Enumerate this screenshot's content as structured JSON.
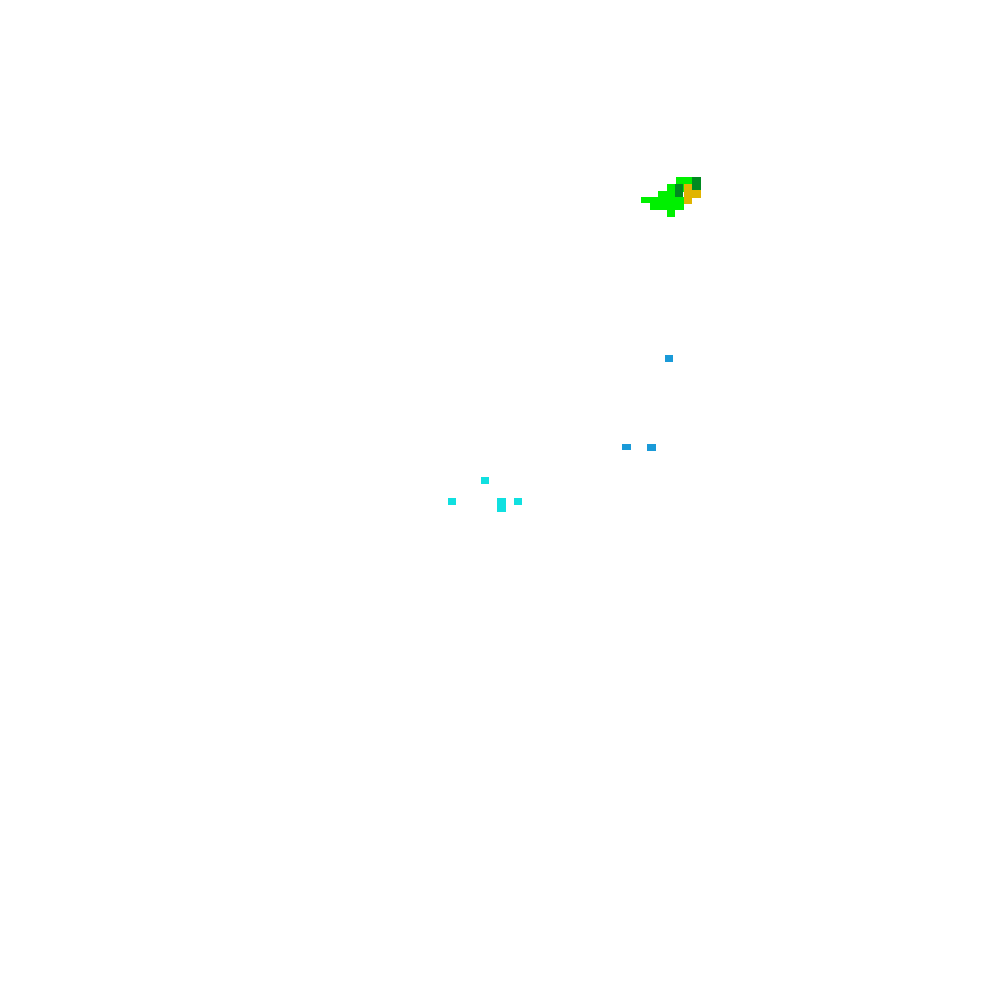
{
  "colors": {
    "background": "#ffffff",
    "bird_body": "#00f000",
    "bird_dark": "#008a20",
    "bird_beak": "#e0b400",
    "particle_blue": "#1a9ad8",
    "particle_cyan": "#10e0e0"
  },
  "entities": {
    "bird": {
      "icon": "green-bird-sprite"
    },
    "particles": [
      {
        "icon": "blue-square-particle"
      },
      {
        "icon": "blue-square-particle"
      },
      {
        "icon": "blue-square-particle"
      },
      {
        "icon": "cyan-square-particle"
      },
      {
        "icon": "cyan-square-particle"
      },
      {
        "icon": "cyan-square-particle"
      },
      {
        "icon": "cyan-square-particle"
      }
    ]
  }
}
